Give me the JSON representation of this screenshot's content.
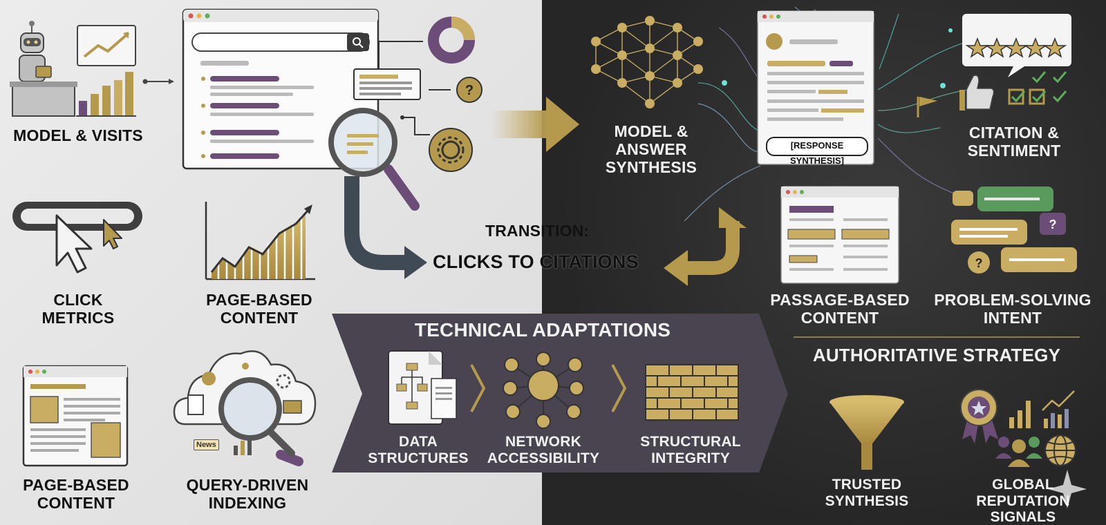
{
  "left_panel": {
    "model_visits": "MODEL & VISITS",
    "click_metrics": [
      "CLICK",
      "METRICS"
    ],
    "page_based_content_top": [
      "PAGE-BASED",
      "CONTENT"
    ],
    "page_based_content_bottom": [
      "PAGE-BASED",
      "CONTENT"
    ],
    "query_driven_indexing": [
      "QUERY-DRIVEN",
      "INDEXING"
    ],
    "news_tag": "News"
  },
  "transition": {
    "heading": "TRANSITION:",
    "subheading": "CLICKS TO CITATIONS"
  },
  "technical": {
    "title": "TECHNICAL ADAPTATIONS",
    "items": [
      [
        "DATA",
        "STRUCTURES"
      ],
      [
        "NETWORK",
        "ACCESSIBILITY"
      ],
      [
        "STRUCTURAL",
        "INTEGRITY"
      ]
    ]
  },
  "right_panel": {
    "model_answer_synthesis": [
      "MODEL &",
      "ANSWER",
      "SYNTHESIS"
    ],
    "response_synthesis": "[RESPONSE SYNTHESIS]",
    "citation_sentiment": [
      "CITATION &",
      "SENTIMENT"
    ],
    "passage_based_content": [
      "PASSAGE-BASED",
      "CONTENT"
    ],
    "problem_solving_intent": [
      "PROBLEM-SOLVING",
      "INTENT"
    ],
    "authoritative_strategy": "AUTHORITATIVE STRATEGY",
    "trusted_synthesis": [
      "TRUSTED",
      "SYNTHESIS"
    ],
    "global_reputation": [
      "GLOBAL",
      "REPUTATION",
      "SIGNALS"
    ]
  },
  "colors": {
    "gold": "#b59a4e",
    "purple": "#6b4d78",
    "dark_panel": "#2a2a2a",
    "light_panel": "#e3e3e3",
    "banner": "#4a4350"
  },
  "icons": [
    "robot-icon",
    "trend-chart-icon",
    "search-window-icon",
    "magnifier-icon",
    "donut-chart-icon",
    "question-icon",
    "gear-icon",
    "click-cursor-icon",
    "growth-chart-icon",
    "document-icon",
    "cloud-search-icon",
    "arrow-icon",
    "neural-network-icon",
    "response-window-icon",
    "star-rating-icon",
    "thumbs-up-icon",
    "passage-window-icon",
    "chat-bubbles-icon",
    "flowchart-doc-icon",
    "hub-network-icon",
    "brick-wall-icon",
    "funnel-icon",
    "badge-icon",
    "people-icon",
    "globe-icon"
  ]
}
